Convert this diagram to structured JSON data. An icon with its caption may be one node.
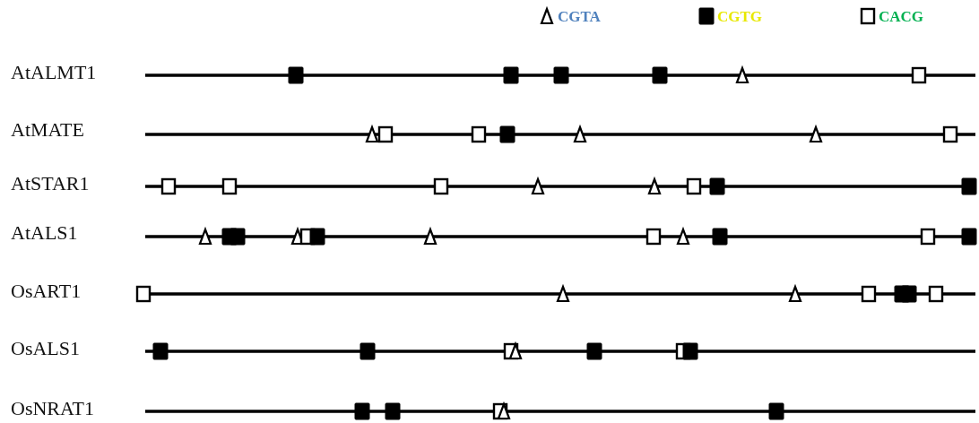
{
  "diagram": {
    "labels": [
      "AtALMT1",
      "AtMATE",
      "AtSTAR1",
      "AtALS1",
      "OsART1",
      "OsALS1",
      "OsNRAT1"
    ],
    "legend": [
      {
        "text": "CGTA"
      },
      {
        "text": "CGTG"
      },
      {
        "text": "CACG"
      }
    ]
  }
}
